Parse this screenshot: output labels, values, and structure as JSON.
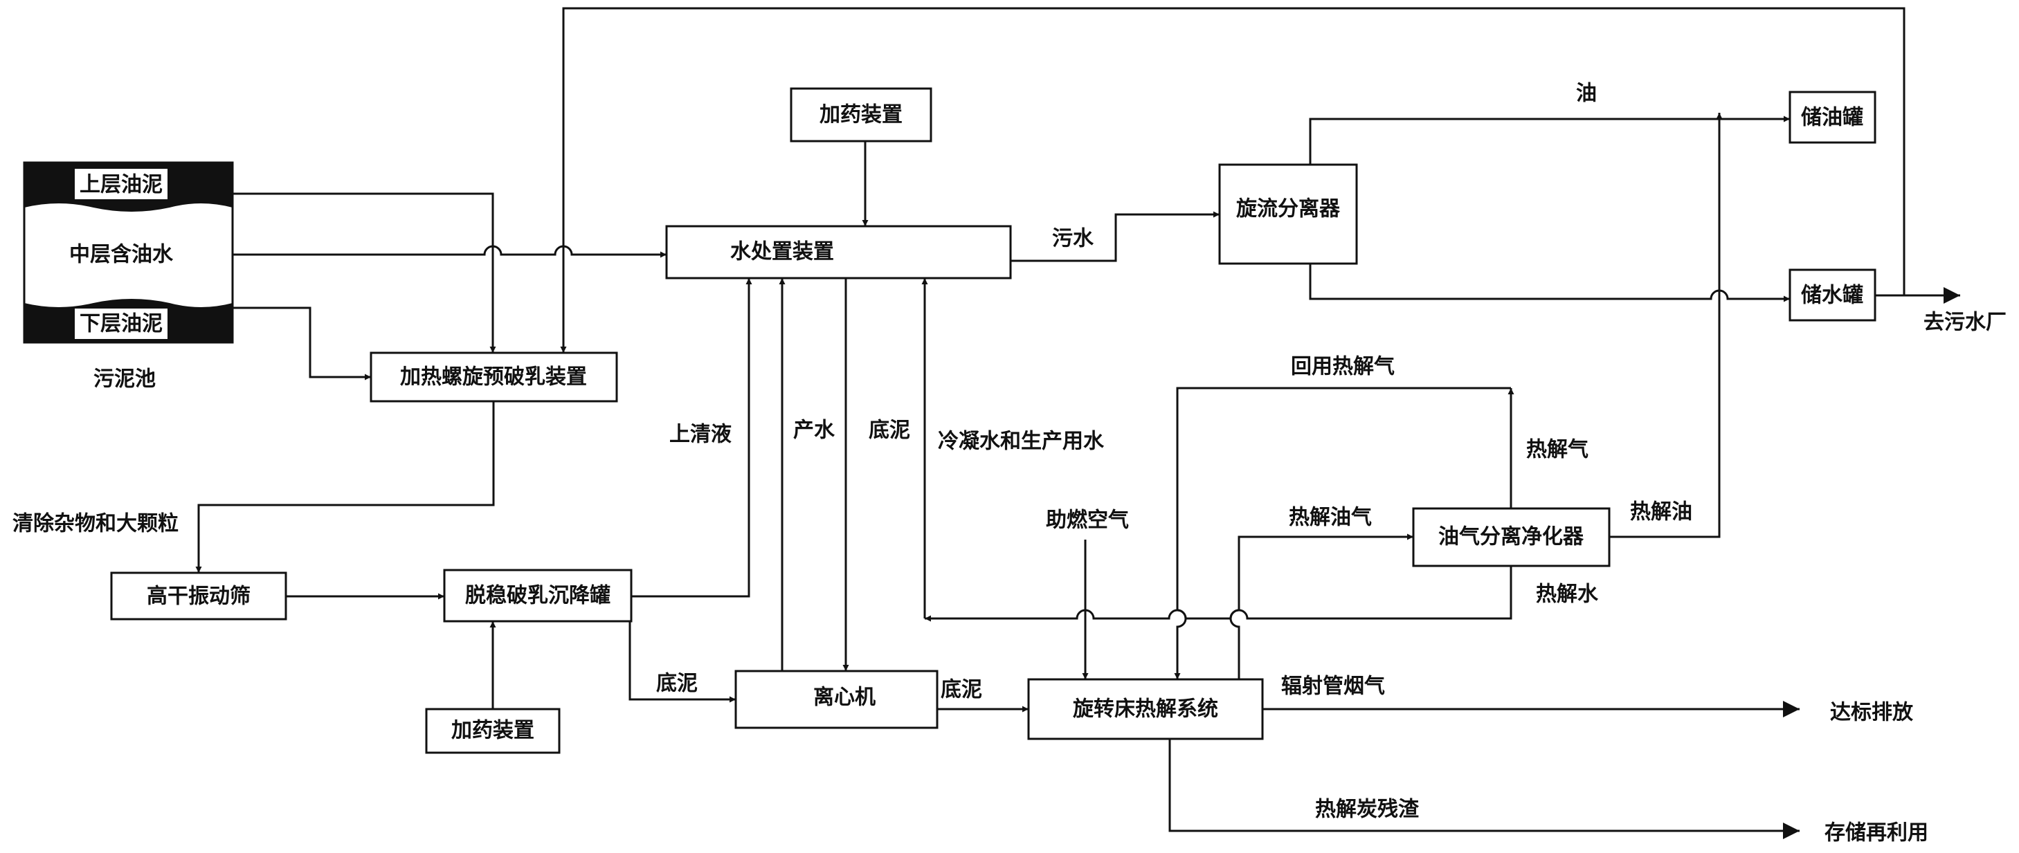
{
  "pond": {
    "upper": "上层油泥",
    "middle": "中层含油水",
    "lower": "下层油泥",
    "caption": "污泥池"
  },
  "boxes": {
    "dosing_top": "加药装置",
    "water_treatment": "水处置装置",
    "cyclone": "旋流分离器",
    "oil_tank": "储油罐",
    "water_tank": "储水罐",
    "heating_screw": "加热螺旋预破乳装置",
    "vibrating_screen": "高干振动筛",
    "demulsify_tank": "脱稳破乳沉降罐",
    "dosing_bottom": "加药装置",
    "centrifuge": "离心机",
    "pyrolysis": "旋转床热解系统",
    "purifier": "油气分离净化器"
  },
  "labels": {
    "oil": "油",
    "sewage": "污水",
    "to_plant": "去污水厂",
    "recycled_gas": "回用热解气",
    "pyro_gas": "热解气",
    "pyro_oil": "热解油",
    "pyro_oil_gas": "热解油气",
    "pyro_water": "热解水",
    "remove_debris": "清除杂物和大颗粒",
    "supernatant": "上清液",
    "product_water": "产水",
    "bottom_sludge_v": "底泥",
    "condense_water": "冷凝水和生产用水",
    "combustion_air": "助燃空气",
    "bottom_sludge_a": "底泥",
    "bottom_sludge_b": "底泥",
    "flue_gas": "辐射管烟气",
    "discharge": "达标排放",
    "char_residue": "热解炭残渣",
    "storage_reuse": "存储再利用"
  }
}
